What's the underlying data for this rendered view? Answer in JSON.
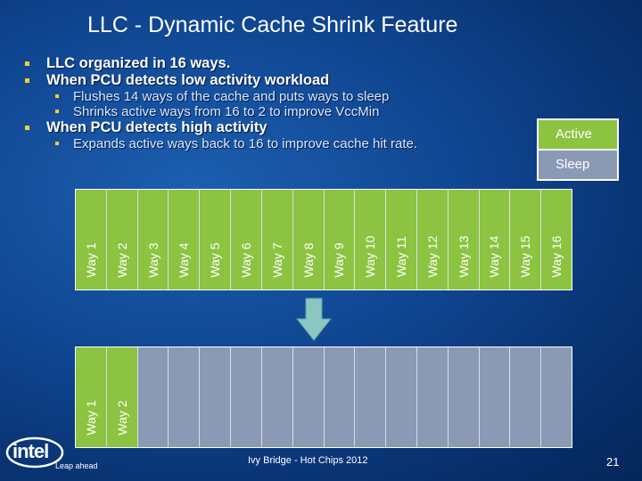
{
  "title": "LLC - Dynamic Cache Shrink Feature",
  "bullets": {
    "b1": "LLC organized in 16 ways.",
    "b2": "When PCU detects low activity workload",
    "b2_sub1": "Flushes 14 ways of the cache and puts ways to sleep",
    "b2_sub2": "Shrinks active ways from 16 to 2 to improve VccMin",
    "b3": "When PCU detects high activity",
    "b3_sub1": "Expands active ways back to 16 to improve cache hit rate."
  },
  "legend": {
    "active": "Active",
    "sleep": "Sleep"
  },
  "top_row": [
    "Way 1",
    "Way 2",
    "Way 3",
    "Way 4",
    "Way 5",
    "Way 6",
    "Way 7",
    "Way 8",
    "Way 9",
    "Way 10",
    "Way 11",
    "Way 12",
    "Way 13",
    "Way 14",
    "Way 15",
    "Way 16"
  ],
  "bottom_row": [
    "Way 1",
    "Way 2"
  ],
  "bottom_row_total": 16,
  "footer": {
    "text": "Ivy Bridge  - Hot Chips 2012",
    "page": "21"
  },
  "logo": {
    "word": "intel",
    "tagline": "Leap ahead"
  },
  "colors": {
    "active": "#8cc341",
    "sleep": "#8a9ab4"
  }
}
